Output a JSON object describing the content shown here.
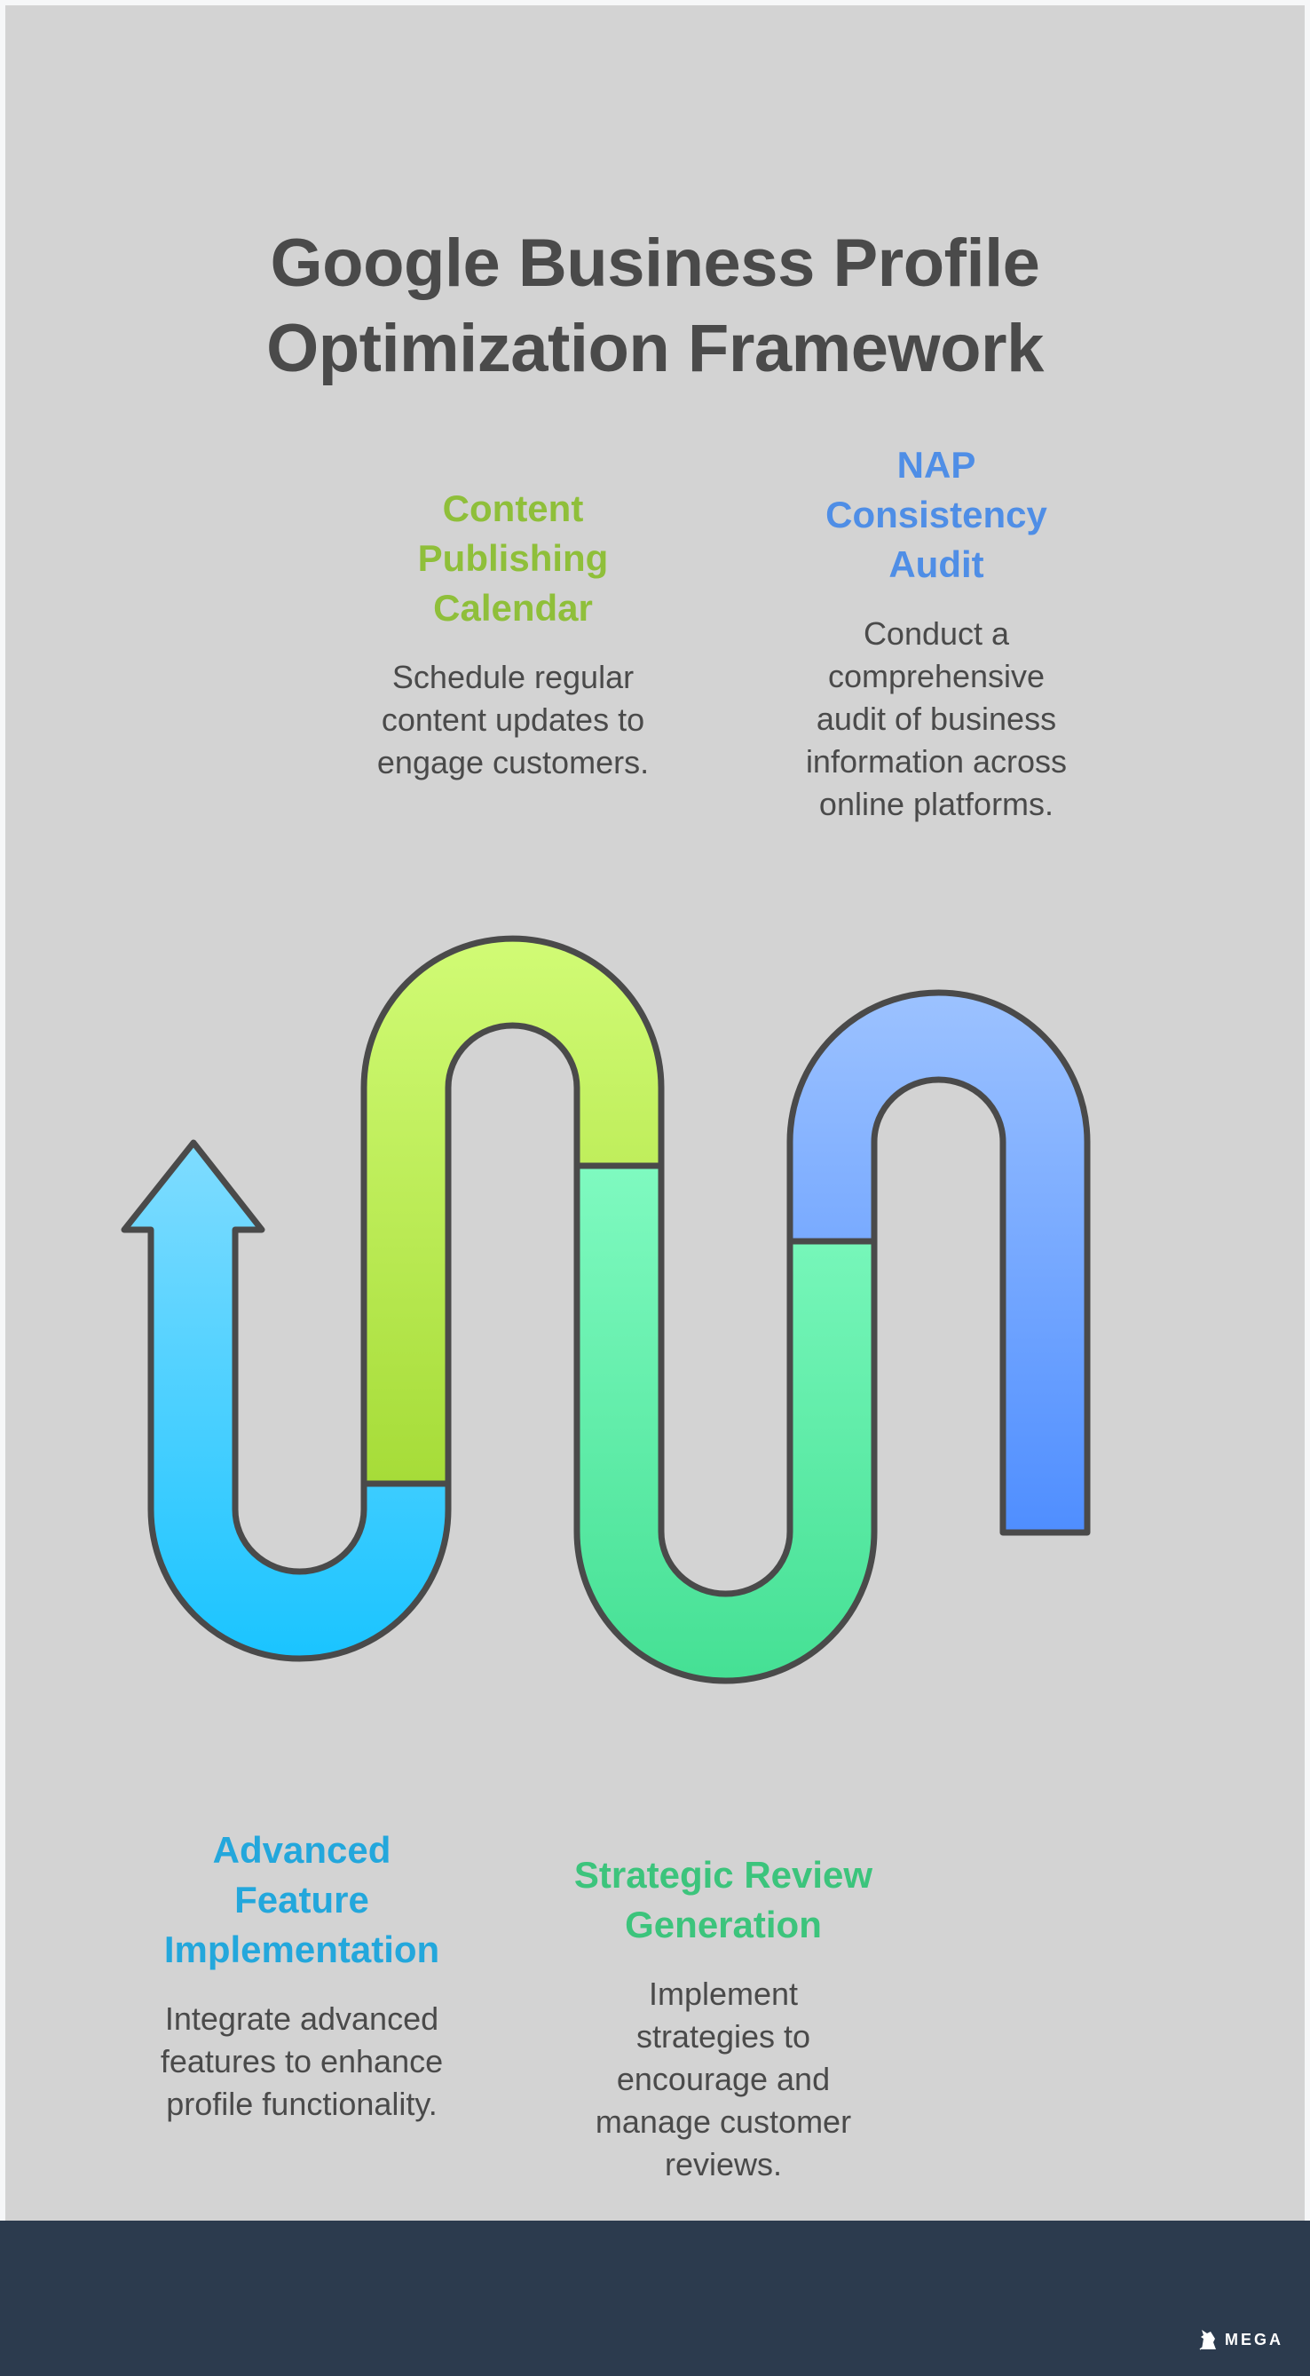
{
  "title": {
    "line1": "Google Business Profile",
    "line2": "Optimization Framework"
  },
  "steps": [
    {
      "id": "content-publishing-calendar",
      "heading_lines": [
        "Content",
        "Publishing",
        "Calendar"
      ],
      "description_lines": [
        "Schedule regular",
        "content updates to",
        "engage customers."
      ],
      "color": "#8fbf3a",
      "segment_gradient": [
        "#d1fb75",
        "#a6dc38"
      ]
    },
    {
      "id": "nap-consistency-audit",
      "heading_lines": [
        "NAP",
        "Consistency",
        "Audit"
      ],
      "description_lines": [
        "Conduct a",
        "comprehensive",
        "audit of business",
        "information across",
        "online platforms."
      ],
      "color": "#4f8ee6",
      "segment_gradient": [
        "#9cc2ff",
        "#4f8eff"
      ]
    },
    {
      "id": "advanced-feature-implementation",
      "heading_lines": [
        "Advanced",
        "Feature",
        "Implementation"
      ],
      "description_lines": [
        "Integrate advanced",
        "features to enhance",
        "profile functionality."
      ],
      "color": "#23a7dc",
      "segment_gradient": [
        "#7fdcff",
        "#1ac4ff"
      ]
    },
    {
      "id": "strategic-review-generation",
      "heading_lines": [
        "Strategic Review",
        "Generation"
      ],
      "description_lines": [
        "Implement",
        "strategies to",
        "encourage and",
        "manage customer",
        "reviews."
      ],
      "color": "#3cc47c",
      "segment_gradient": [
        "#7ffac0",
        "#45e094"
      ]
    }
  ],
  "diagram": {
    "outline_color": "#4a4a4a",
    "background": "#d3d3d3"
  },
  "footer": {
    "brand": "MEGA",
    "background": "#2c3b4e"
  }
}
